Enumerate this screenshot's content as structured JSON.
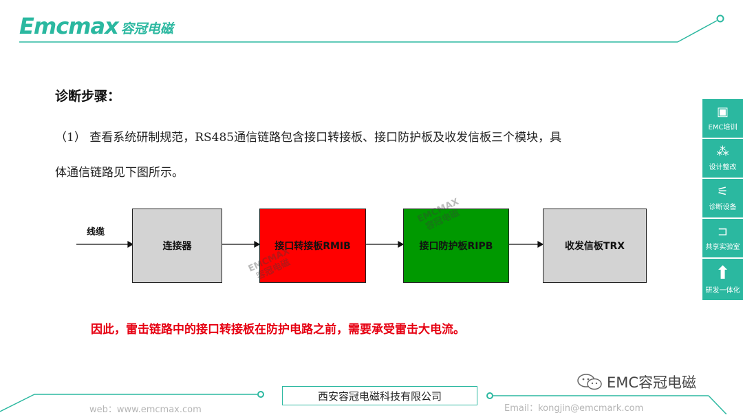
{
  "header": {
    "logo_en": "Emcmax",
    "logo_cn": "容冠电磁"
  },
  "main": {
    "heading": "诊断步骤：",
    "paragraph_line1": "（1）  查看系统研制规范，RS485通信链路包含接口转接板、接口防护板及收发信板三个模块，具",
    "paragraph_line2": "体通信链路见下图所示。",
    "note": "因此，雷击链路中的接口转接板在防护电路之前，需要承受雷击大电流。"
  },
  "diagram": {
    "wire_label": "线缆",
    "blocks": [
      {
        "label": "连接器",
        "color": "#d3d3d3"
      },
      {
        "label": "接口转接板RMIB",
        "color": "#ff0000"
      },
      {
        "label": "接口防护板RIPB",
        "color": "#009900"
      },
      {
        "label": "收发信板TRX",
        "color": "#d3d3d3"
      }
    ],
    "watermark_en": "EMCMAX",
    "watermark_cn": "容冠电磁"
  },
  "sidebar": {
    "items": [
      {
        "label": "EMC培训",
        "icon": "training-icon"
      },
      {
        "label": "设计整改",
        "icon": "design-icon"
      },
      {
        "label": "诊断设备",
        "icon": "diagnosis-icon"
      },
      {
        "label": "共享实验室",
        "icon": "lab-icon"
      },
      {
        "label": "研发一体化",
        "icon": "arrow-up-icon"
      }
    ],
    "color": "#2bb8a0"
  },
  "footer": {
    "company": "西安容冠电磁科技有限公司",
    "web": "web：www.emcmax.com",
    "email": "Email：kongjin@emcmark.com",
    "wechat": "EMC容冠电磁"
  },
  "colors": {
    "accent": "#2bb8a0",
    "note_red": "#e60012"
  }
}
